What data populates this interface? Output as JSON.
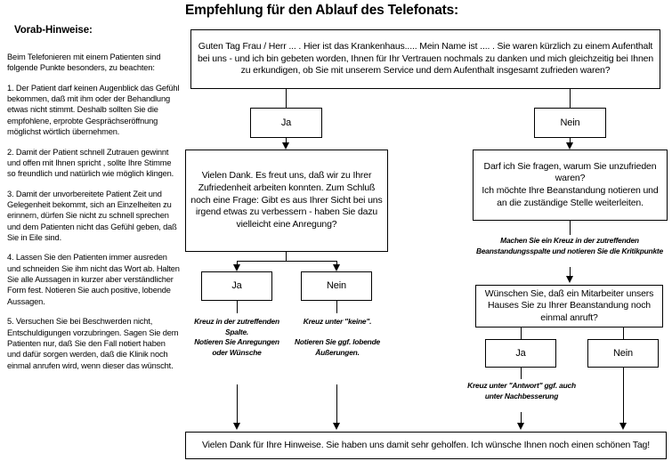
{
  "title": "Empfehlung für den Ablauf des Telefonats:",
  "sidebar": {
    "heading": "Vorab-Hinweise:",
    "paragraphs": [
      "Beim Telefonieren mit einem Patienten sind folgende Punkte besonders, zu beachten:",
      "1. Der Patient darf keinen Augenblick das Gefühl bekommen, daß mit ihm oder der Behandlung etwas nicht stimmt. Deshalb sollten Sie die empfohlene, erprobte Gesprächseröffnung möglichst wörtlich übernehmen.",
      "2. Damit der Patient schnell Zutrauen gewinnt und offen mit Ihnen spricht , sollte Ihre Stimme so freundlich und natürlich wie möglich klingen.",
      "3. Damit der unvorbereitete Patient Zeit und Gelegenheit bekommt, sich an Einzelheiten zu erinnern, dürfen Sie nicht zu schnell sprechen und dem Patienten nicht das Gefühl geben, daß Sie in Eile sind.",
      "4. Lassen Sie den Patienten immer ausreden und schneiden Sie ihm nicht das Wort ab. Halten Sie alle Aussagen in kurzer aber verständlicher Form fest. Notieren Sie auch positive, lobende Aussagen.",
      "5. Versuchen Sie bei Beschwerden nicht, Entschuldigungen vorzubringen. Sagen Sie dem Patienten nur, daß Sie den Fall notiert haben und dafür sorgen werden, daß die Klinik noch einmal anrufen wird, wenn dieser das wünscht."
    ]
  },
  "flow": {
    "opening": "Guten Tag Frau / Herr ... . Hier ist das Krankenhaus..... Mein Name ist .... . Sie waren kürzlich zu einem Aufenthalt bei uns - und ich bin gebeten worden, Ihnen für Ihr Vertrauen nochmals zu danken und mich gleichzeitig bei Ihnen zu erkundigen, ob Sie mit unserem Service und dem Aufenthalt insgesamt zufrieden waren?",
    "decision_yes": "Ja",
    "decision_no": "Nein",
    "satisfied_followup": "Vielen Dank. Es freut uns, daß wir  zu Ihrer Zufriedenheit arbeiten konnten. Zum Schluß noch eine Frage: Gibt es aus Ihrer Sicht bei uns irgend etwas zu verbessern - haben Sie dazu vielleicht eine Anregung?",
    "suggestion_yes": "Ja",
    "suggestion_no": "Nein",
    "note_suggestion_yes": "Kreuz in der zutreffenden Spalte.\nNotieren Sie Anregungen oder Wünsche",
    "note_suggestion_no": "Kreuz unter \"keine\".\n\nNotieren Sie ggf. lobende Äußerungen.",
    "unsatisfied_followup": "Darf ich Sie fragen, warum Sie unzufrieden waren?\nIch möchte Ihre Beanstandung notieren und an die zuständige Stelle weiterleiten.",
    "note_complaint": "Machen Sie ein Kreuz in der zutreffenden Beanstandungsspalte und notieren Sie die Kritikpunkte",
    "callback_question": "Wünschen Sie, daß ein Mitarbeiter unsers Hauses Sie zu Ihrer Beanstandung noch einmal anruft?",
    "callback_yes": "Ja",
    "callback_no": "Nein",
    "note_callback_yes": "Kreuz unter \"Antwort\" ggf. auch unter Nachbesserung",
    "closing": "Vielen Dank für Ihre Hinweise. Sie haben uns damit sehr geholfen. Ich wünsche Ihnen noch einen schönen Tag!"
  }
}
